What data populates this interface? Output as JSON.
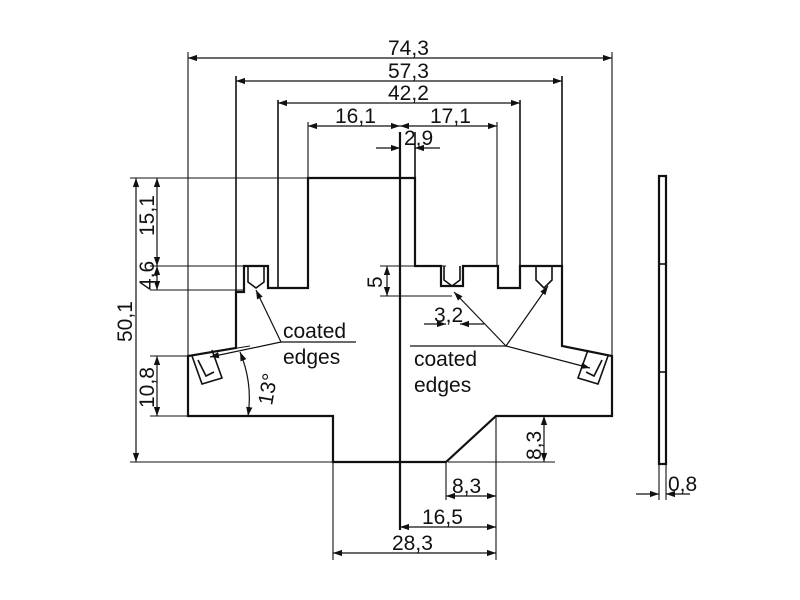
{
  "dimensions": {
    "overall_width": "74,3",
    "width_2": "57,3",
    "width_3": "42,2",
    "left_half": "16,1",
    "right_half": "17,1",
    "center_offset": "2,9",
    "upper_height": "15,1",
    "notch_height": "4,6",
    "total_height": "50,1",
    "side_height": "10,8",
    "angle": "13°",
    "slot_depth": "5",
    "slot_width": "3,2",
    "chamfer_h": "8,3",
    "chamfer_w": "8,3",
    "tab_offset": "16,5",
    "bottom_width": "28,3",
    "thickness": "0,8"
  },
  "notes": {
    "left_line1": "coated",
    "left_line2": "edges",
    "right_line1": "coated",
    "right_line2": "edges"
  }
}
